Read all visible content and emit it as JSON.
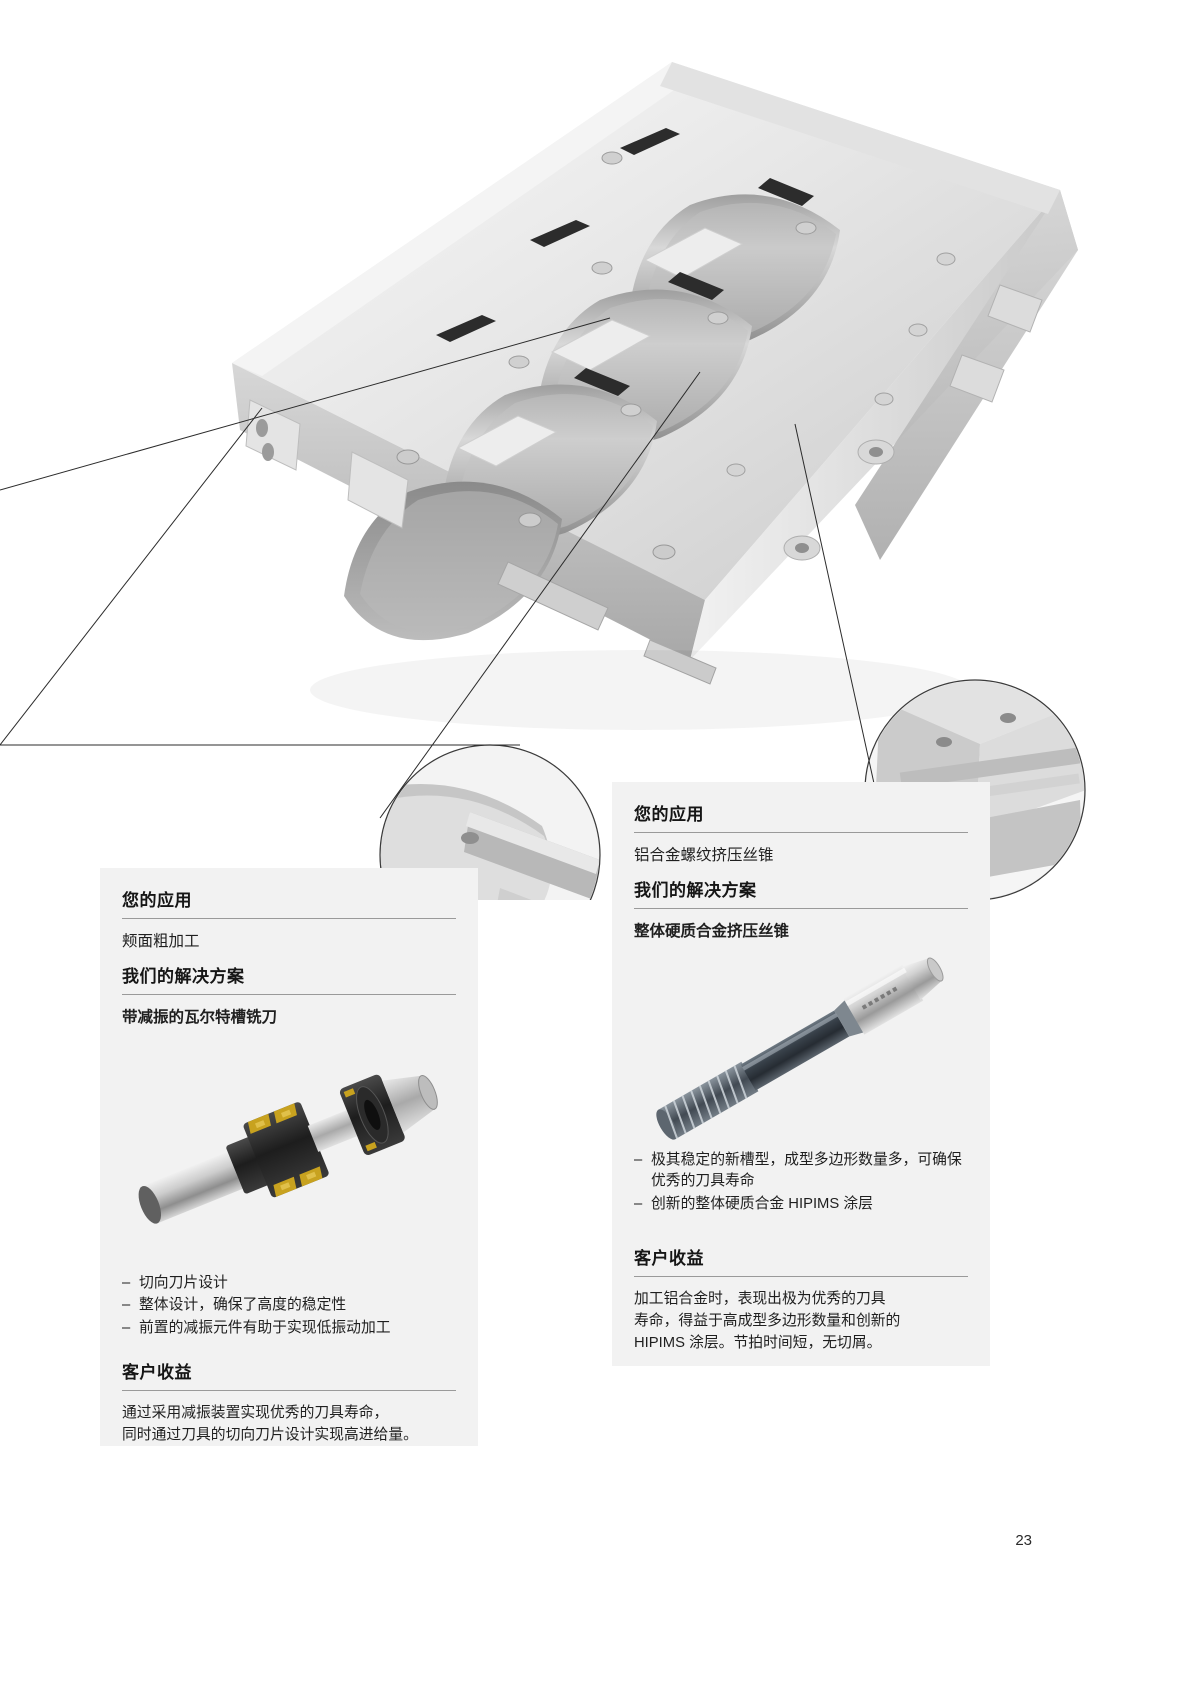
{
  "page": {
    "number": "23",
    "background_color": "#ffffff",
    "panel_color": "#f2f2f2",
    "rule_color": "#9a9a9a"
  },
  "hero": {
    "name": "engine-block-render",
    "description": "铝合金发动机缸体三维渲染图",
    "detail_callouts": [
      {
        "name": "detail-circle-center",
        "label": ""
      },
      {
        "name": "detail-circle-right",
        "label": ""
      }
    ]
  },
  "left_panel": {
    "application": {
      "title": "您的应用",
      "text": "颊面粗加工"
    },
    "solution": {
      "title": "我们的解决方案",
      "text": "带减振的瓦尔特槽铣刀"
    },
    "product_image_alt": "带减振的瓦尔特槽铣刀产品图",
    "features": [
      "切向刀片设计",
      "整体设计，确保了高度的稳定性",
      "前置的减振元件有助于实现低振动加工"
    ],
    "benefit": {
      "title": "客户收益",
      "lines": [
        "通过采用减振装置实现优秀的刀具寿命，",
        "同时通过刀具的切向刀片设计实现高进给量。"
      ]
    }
  },
  "right_panel": {
    "application": {
      "title": "您的应用",
      "text": "铝合金螺纹挤压丝锥"
    },
    "solution": {
      "title": "我们的解决方案",
      "text": "整体硬质合金挤压丝锥"
    },
    "product_image_alt": "整体硬质合金挤压丝锥产品图",
    "features": [
      "极其稳定的新槽型，成型多边形数量多，可确保优秀的刀具寿命",
      "创新的整体硬质合金 HIPIMS 涂层"
    ],
    "benefit": {
      "title": "客户收益",
      "lines": [
        "加工铝合金时，表现出极为优秀的刀具",
        "寿命，得益于高成型多边形数量和创新的",
        "HIPIMS 涂层。节拍时间短，无切屑。"
      ]
    }
  }
}
